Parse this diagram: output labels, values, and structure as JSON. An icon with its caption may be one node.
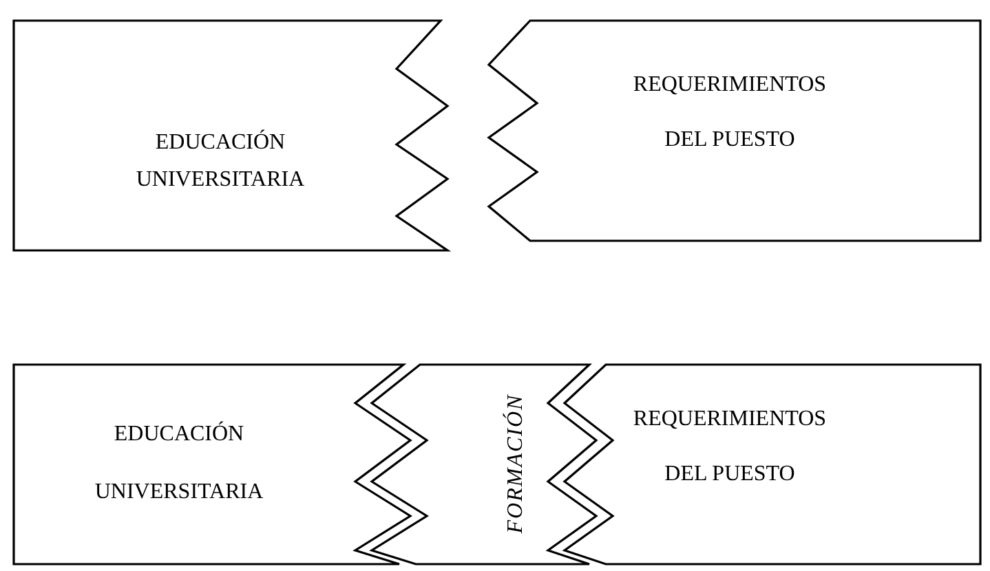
{
  "diagram": {
    "nodes": [
      {
        "text": [
          "EDUCACIÓN UNIVERSITARIA"
        ]
      },
      {
        "text": [
          "REQUERIMIENTOS DEL PUESTO"
        ]
      },
      {
        "text": [
          "EDUCACIÓN UNIVERSITARIA"
        ]
      },
      {
        "text": [
          "FORMACIÓN"
        ]
      },
      {
        "text": [
          "REQUERIMIENTOS DEL PUESTO"
        ]
      }
    ]
  }
}
